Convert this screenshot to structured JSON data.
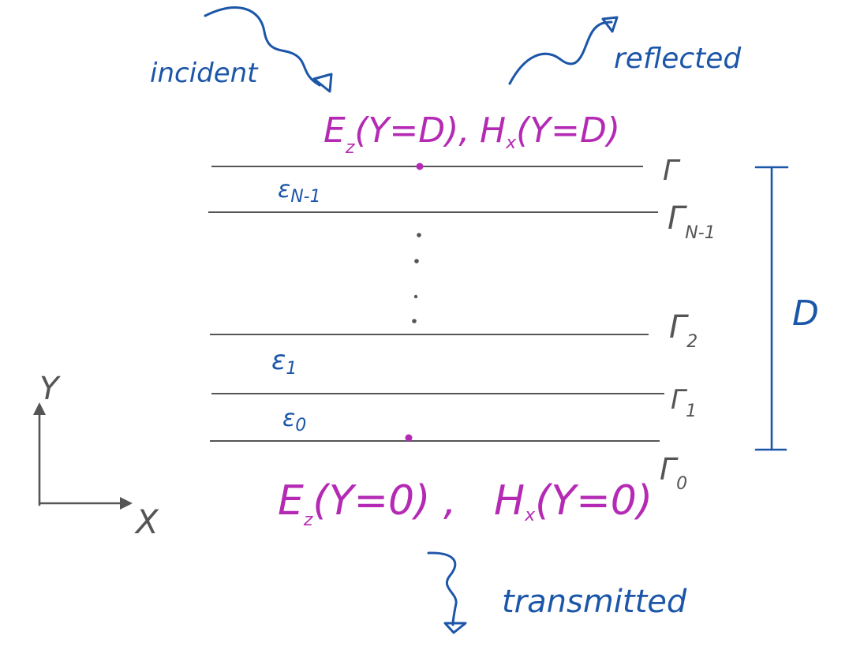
{
  "colors": {
    "ink_blue": "#1c56a8",
    "ink_magenta": "#b42ab4",
    "ink_gray": "#555555",
    "background": "#ffffff"
  },
  "labels": {
    "incident": "incident",
    "reflected": "reflected",
    "transmitted": "transmitted",
    "thickness": "D",
    "axis_x": "X",
    "axis_y": "Y"
  },
  "fields": {
    "top": {
      "e_main": "E",
      "e_sub": "z",
      "e_arg": "(Y=D),",
      "h_main": "H",
      "h_sub": "x",
      "h_arg": "(Y=D)"
    },
    "bottom": {
      "e_main": "E",
      "e_sub": "z",
      "e_arg": "(Y=0) ,",
      "h_main": "H",
      "h_sub": "x",
      "h_arg": "(Y=0)"
    }
  },
  "interfaces": [
    {
      "main": "Γ",
      "sub": ""
    },
    {
      "main": "Γ",
      "sub": "N-1"
    },
    {
      "main": "Γ",
      "sub": "2"
    },
    {
      "main": "Γ",
      "sub": "1"
    },
    {
      "main": "Γ",
      "sub": "0"
    }
  ],
  "layers": [
    {
      "main": "ε",
      "sub": "N-1"
    },
    {
      "main": "ε",
      "sub": "1"
    },
    {
      "main": "ε",
      "sub": "0"
    }
  ]
}
